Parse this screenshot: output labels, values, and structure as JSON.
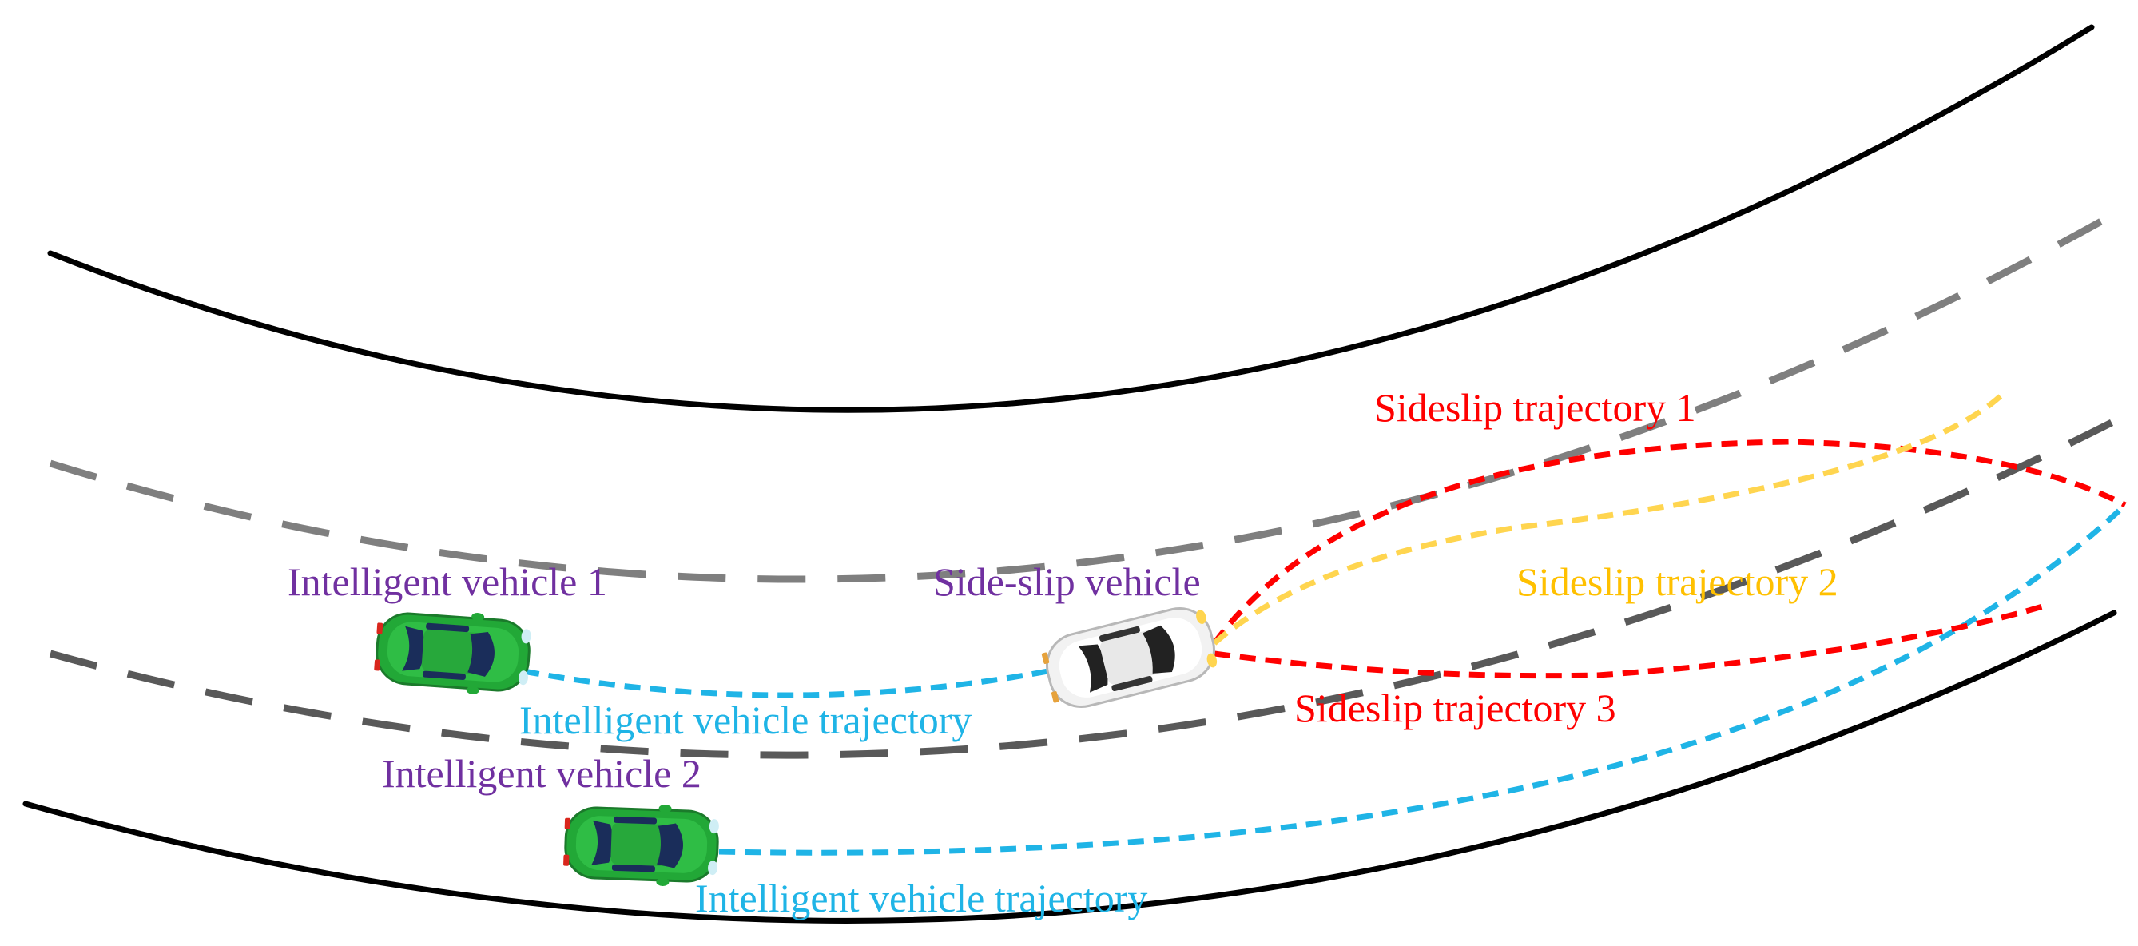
{
  "colors": {
    "background": "#ffffff",
    "road_edge": "#000000",
    "lane_dash_upper": "#7f7f7f",
    "lane_dash_lower": "#595959",
    "intelligent_trajectory": "#1fb4e6",
    "sideslip_trajectory_red": "#ff0000",
    "sideslip_trajectory_yellow": "#ffd54f",
    "vehicle_label": "#7030a0",
    "intelligent_car_body": "#22a837",
    "sideslip_car_body": "#f2f2f2"
  },
  "labels": {
    "intelligent_vehicle_1": "Intelligent vehicle 1",
    "intelligent_vehicle_2": "Intelligent vehicle 2",
    "side_slip_vehicle": "Side-slip vehicle",
    "intelligent_trajectory_1": "Intelligent vehicle trajectory",
    "intelligent_trajectory_2": "Intelligent vehicle trajectory",
    "sideslip_trajectory_1": "Sideslip trajectory 1",
    "sideslip_trajectory_2": "Sideslip trajectory 2",
    "sideslip_trajectory_3": "Sideslip trajectory 3"
  },
  "icons": {
    "intelligent_vehicle_1": "green-car-icon",
    "intelligent_vehicle_2": "green-car-icon",
    "side_slip_vehicle": "white-car-icon"
  }
}
